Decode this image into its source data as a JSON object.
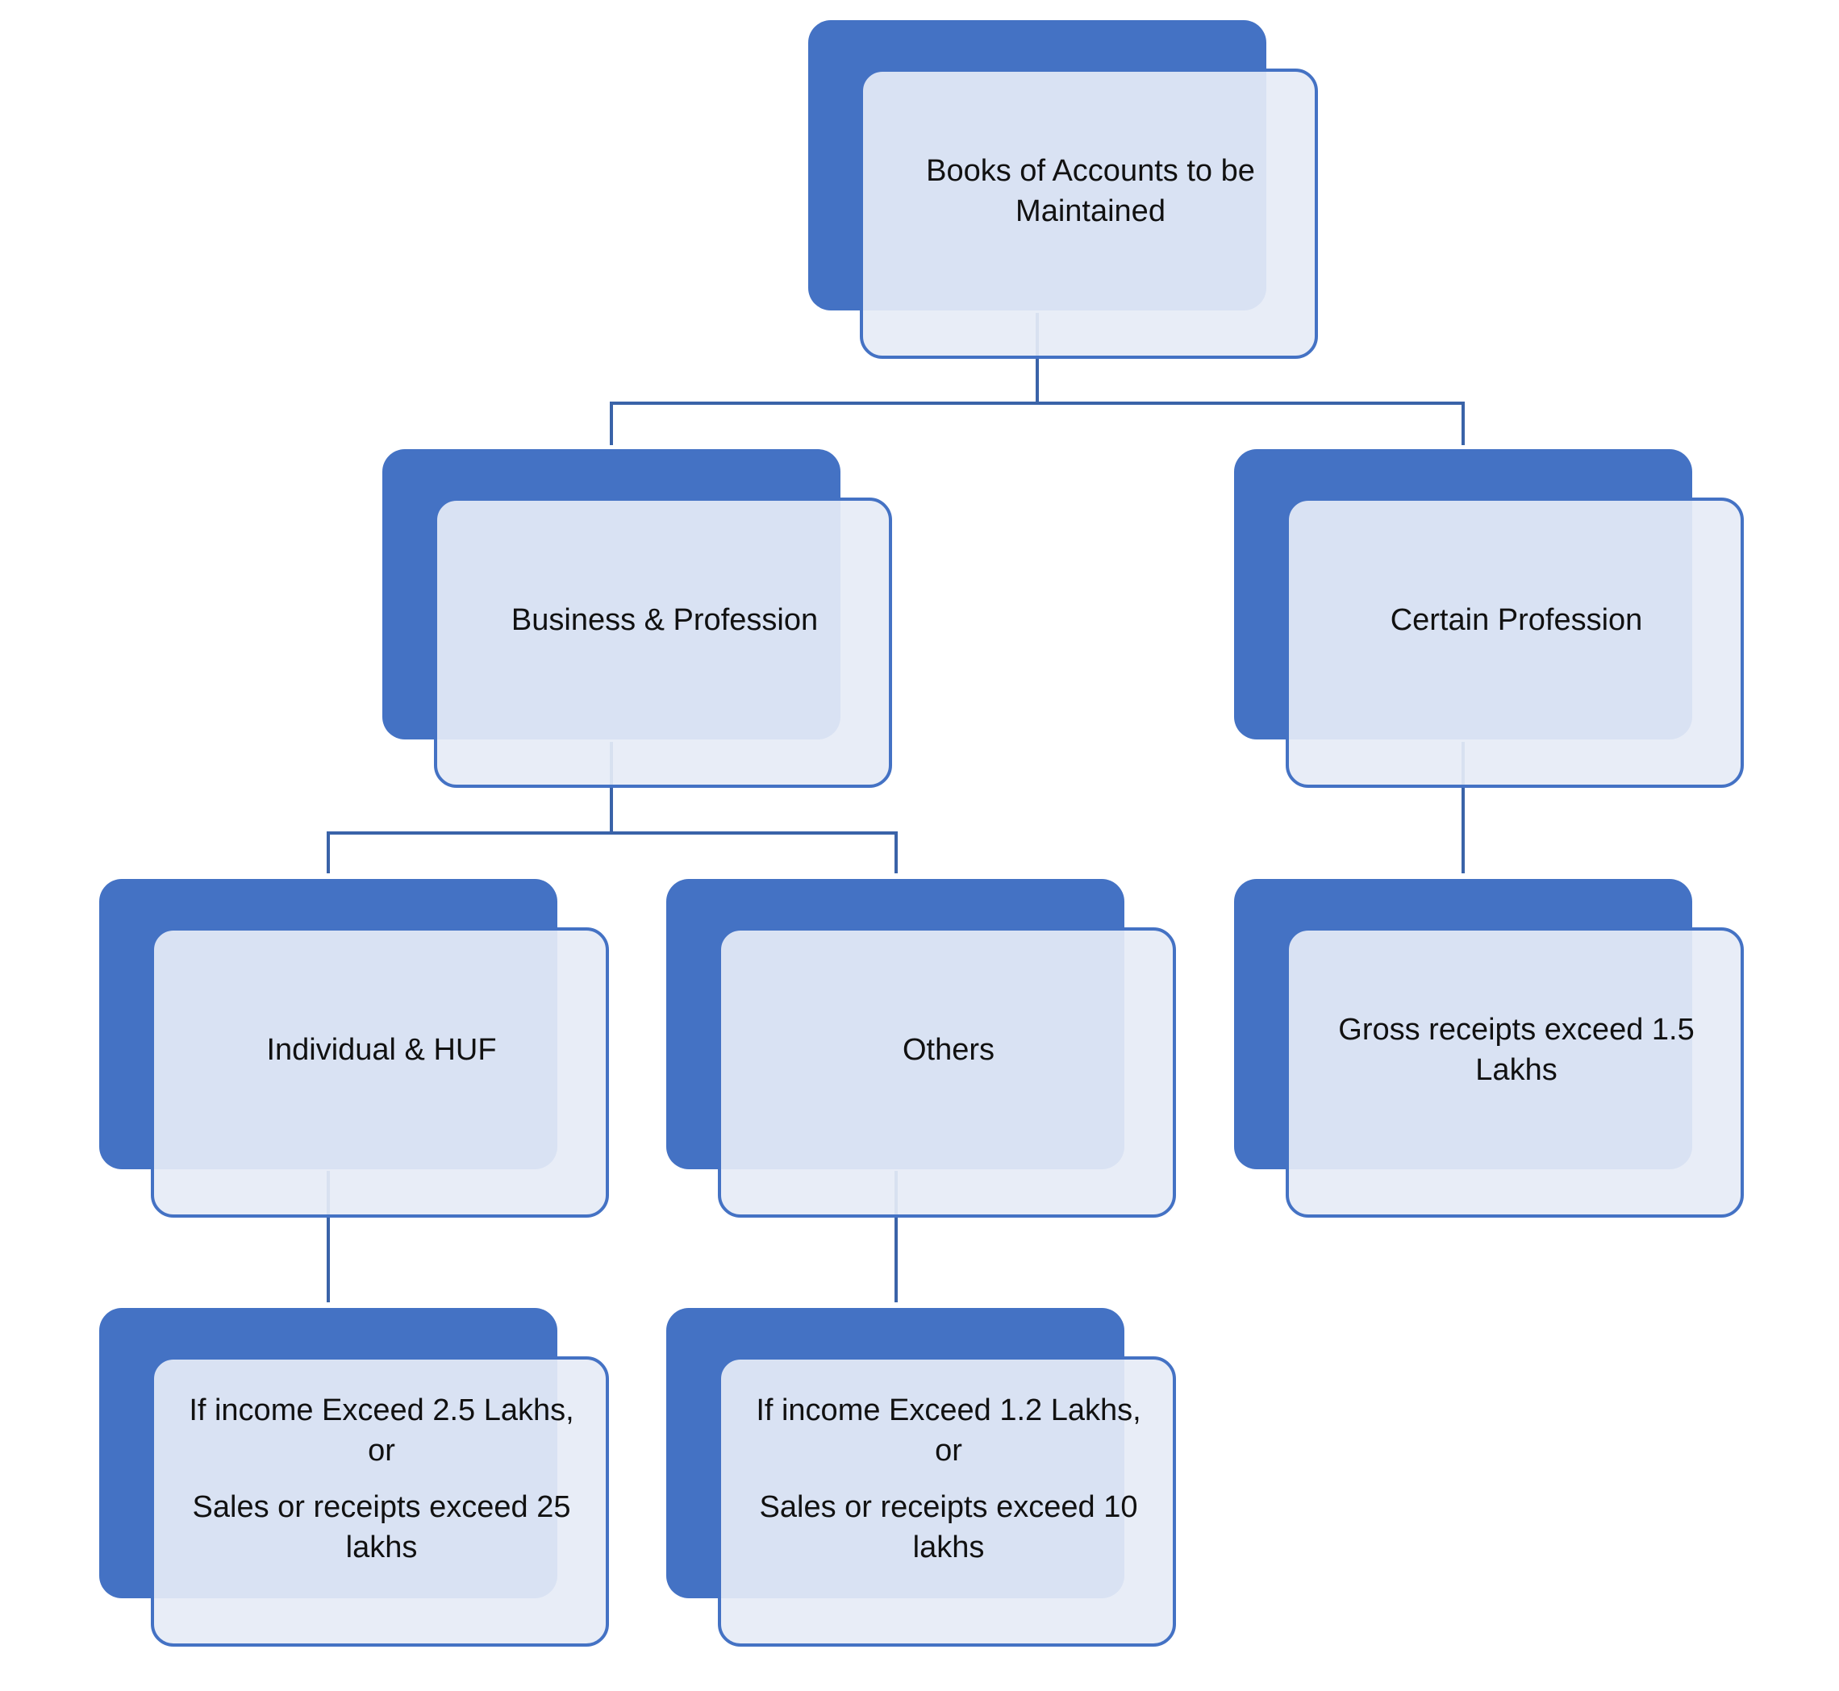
{
  "diagram": {
    "root": {
      "label": "Books of Accounts to be Maintained"
    },
    "business_profession": {
      "label": "Business & Profession"
    },
    "certain_profession": {
      "label": "Certain Profession"
    },
    "individual_huf": {
      "label": "Individual & HUF"
    },
    "others": {
      "label": "Others"
    },
    "gross_receipts": {
      "label": "Gross receipts exceed 1.5 Lakhs"
    },
    "individual_condition": {
      "line1": "If income Exceed 2.5 Lakhs,",
      "line2": "or",
      "line3": "Sales or receipts exceed 25 lakhs"
    },
    "others_condition": {
      "line1": "If income Exceed 1.2 Lakhs,",
      "line2": "or",
      "line3": "Sales or receipts exceed 10 lakhs"
    },
    "colors": {
      "box_fill": "#4472c4",
      "box_border": "#4472c4",
      "front_fill": "#e6ecf6",
      "connector": "#3a63a8"
    }
  }
}
